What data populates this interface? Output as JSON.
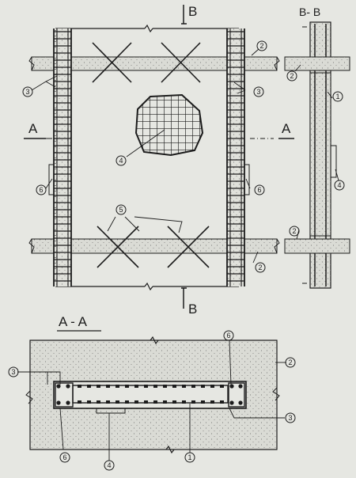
{
  "section_marks": {
    "b_top": "B",
    "b_bottom": "B",
    "a_left": "A",
    "a_right": "A"
  },
  "section_titles": {
    "b_b": "B- B",
    "a_a": "A - A"
  },
  "callouts": {
    "c1": "1",
    "c2": "2",
    "c3": "3",
    "c4": "4",
    "c5": "5",
    "c6": "6"
  },
  "colors": {
    "paper": "#e6e7e2",
    "ink": "#1c1c1c",
    "concrete": "#dadbd5"
  }
}
